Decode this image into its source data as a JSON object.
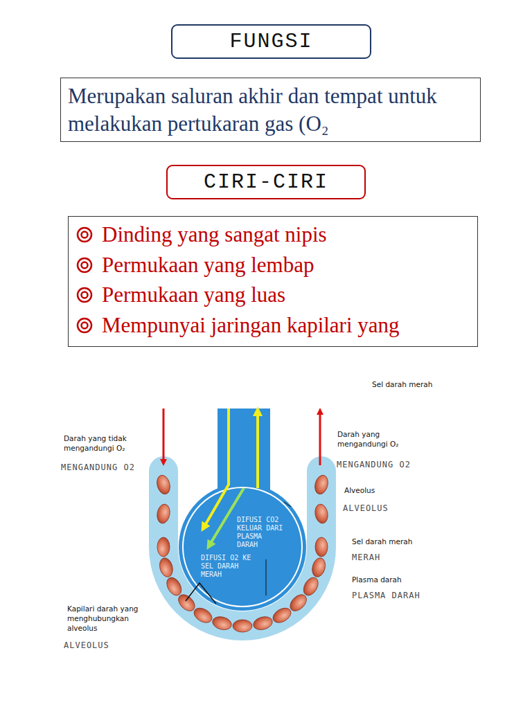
{
  "diagram": {
    "nodes": [
      {
        "text": [
          "FUNGSI"
        ]
      },
      {
        "text": [
          "Merupakan saluran akhir dan tempat untuk melakukan pertukaran gas (O₂"
        ]
      },
      {
        "text": [
          "CIRI-CIRI"
        ]
      },
      {
        "text": [
          "Dinding yang sangat nipis",
          "Permukaan yang lembap",
          "Permukaan yang luas",
          "Mempunyai jaringan kapilari yang"
        ]
      }
    ],
    "labels": [
      "Sel darah merah",
      "Darah yang tidak mengandungi O₂",
      "MENGANDUNG O2",
      "Darah yang mengandungi O₂",
      "MENGANDUNG O2",
      "Alveolus",
      "ALVEOLUS",
      "Sel darah merah",
      "MERAH",
      "Plasma darah",
      "PLASMA DARAH",
      "Kapilari darah yang menghubungkan alveolus",
      "ALVEOLUS",
      "DIFUSI CO2 KELUAR DARI PLASMA DARAH",
      "DIFUSI O2 KE SEL DARAH MERAH"
    ]
  }
}
